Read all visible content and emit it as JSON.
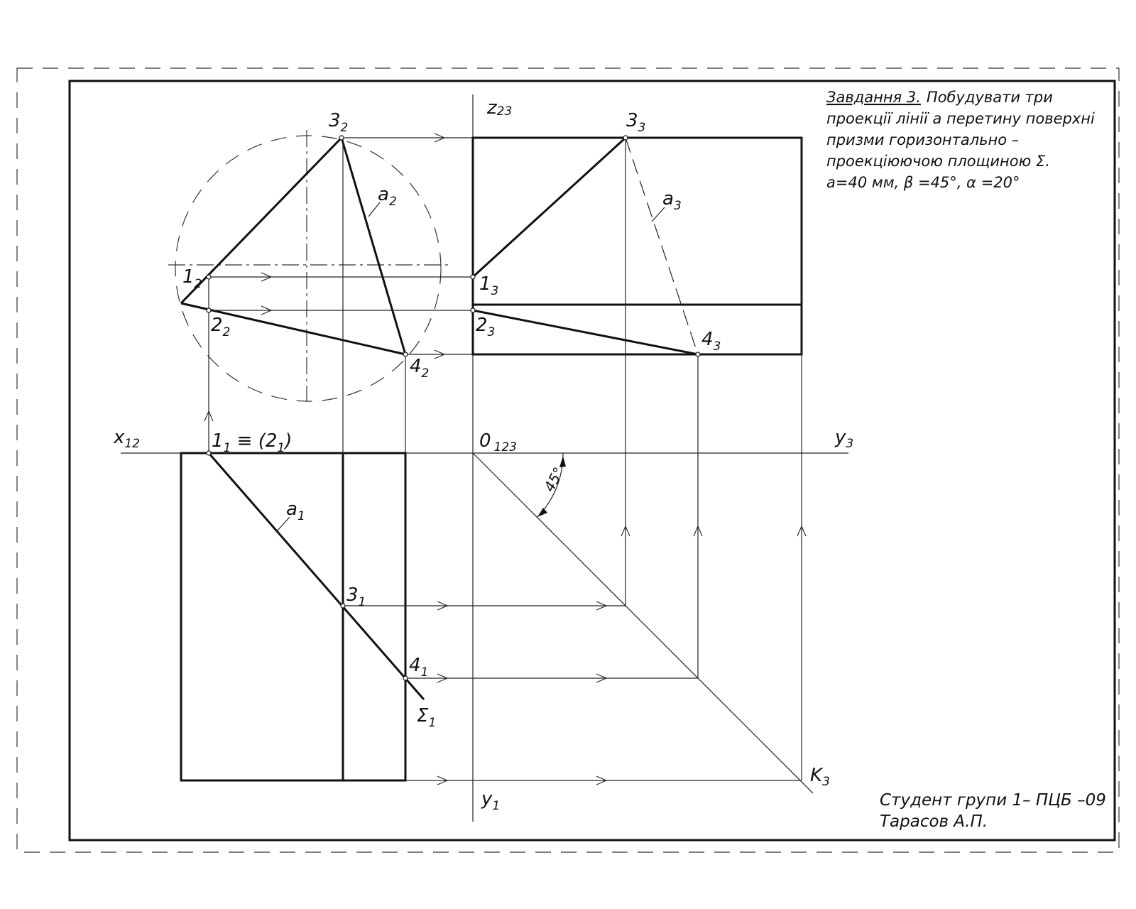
{
  "task": {
    "title": "Завдання 3.",
    "line1": "Побудувати три",
    "line2": "проекції лінії a перетину поверхні",
    "line3": "призми горизонтально –",
    "line4": "проекціюючою площиною Σ.",
    "params": "a=40 мм, β =45°, α =20°"
  },
  "signature": {
    "line1": "Студент групи 1– ПЦБ –09",
    "line2": "Тарасов А.П."
  },
  "axes": {
    "x": {
      "main": "x",
      "sub": "12"
    },
    "y3": {
      "main": "y",
      "sub": "3"
    },
    "y1": {
      "main": "y",
      "sub": "1"
    },
    "z": {
      "main": "z",
      "sub": "23"
    },
    "origin": {
      "main": "0",
      "sub": "123"
    },
    "k": {
      "main": "K",
      "sub": "3"
    }
  },
  "angle_label": "45°",
  "line_labels": {
    "a1": {
      "main": "a",
      "sub": "1"
    },
    "a2": {
      "main": "a",
      "sub": "2"
    },
    "a3": {
      "main": "a",
      "sub": "3"
    },
    "sigma": {
      "main": "Σ",
      "sub": "1"
    }
  },
  "points": {
    "p12": {
      "main": "1",
      "sub": "2"
    },
    "p22": {
      "main": "2",
      "sub": "2"
    },
    "p32": {
      "main": "3",
      "sub": "2"
    },
    "p42": {
      "main": "4",
      "sub": "2"
    },
    "p13": {
      "main": "1",
      "sub": "3"
    },
    "p23": {
      "main": "2",
      "sub": "3"
    },
    "p33": {
      "main": "3",
      "sub": "3"
    },
    "p43": {
      "main": "4",
      "sub": "3"
    },
    "p11": {
      "main": "1",
      "sub": "1",
      "rest": " ≡ (2",
      "sub2": "1",
      "end": ")"
    },
    "p31": {
      "main": "3",
      "sub": "1"
    },
    "p41": {
      "main": "4",
      "sub": "1"
    }
  }
}
